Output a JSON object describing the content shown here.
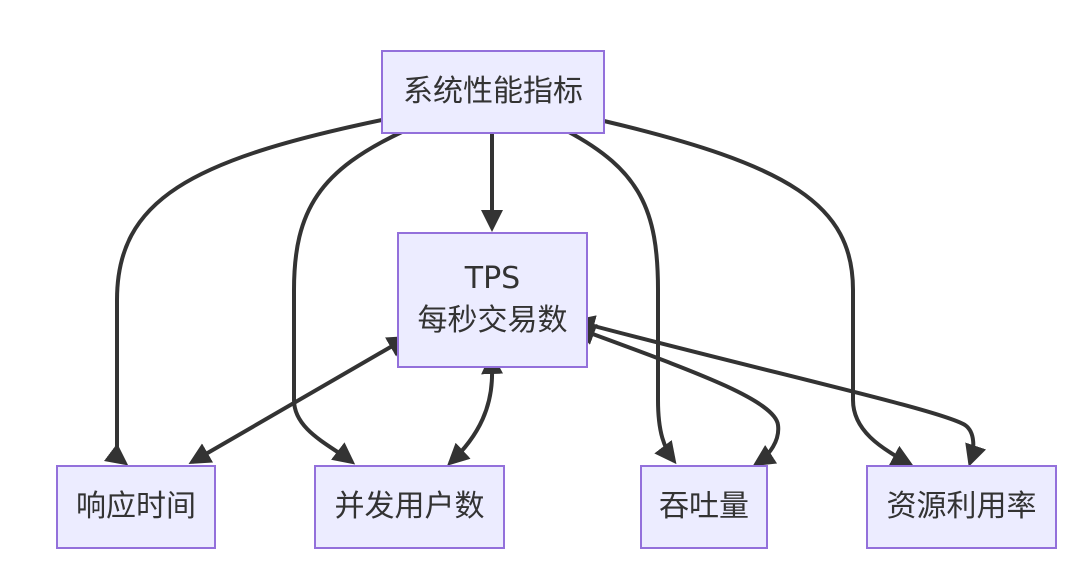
{
  "diagram": {
    "root": {
      "label": "系统性能指标"
    },
    "center": {
      "line1": "TPS",
      "line2": "每秒交易数"
    },
    "leaves": {
      "response_time": "响应时间",
      "concurrent_users": "并发用户数",
      "throughput": "吞吐量",
      "resource_utilization": "资源利用率"
    },
    "colors": {
      "node_fill": "#ECECFF",
      "node_border": "#9370DB",
      "edge": "#333333",
      "text": "#333333"
    }
  }
}
